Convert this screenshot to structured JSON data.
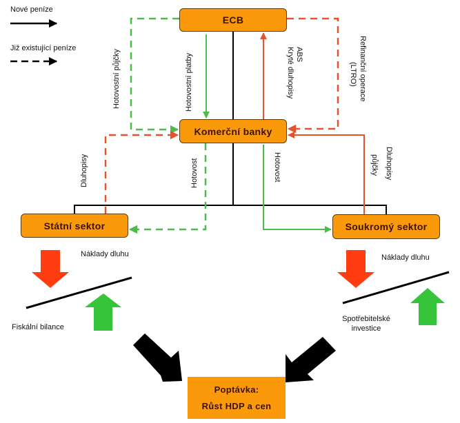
{
  "legend": {
    "new_money": "Nové peníze",
    "existing_money": "Již existující peníze"
  },
  "nodes": {
    "ecb": "ECB",
    "banks": "Komerční banky",
    "state": "Státní sektor",
    "private": "Soukromý sektor",
    "demand_line1": "Poptávka:",
    "demand_line2": "Růst HDP a cen"
  },
  "flows": {
    "cash_loans": "Hotovostní půjčky",
    "cash_payments": "Hotovostní platby",
    "abs": "ABS",
    "covered_bonds": "Kryté dluhopisy",
    "refinancing_line1": "Refinanční operace",
    "refinancing_line2": "(LTRO)",
    "state_bonds": "Dluhopisy",
    "state_cash": "Hotovost",
    "private_cash": "Hotovost",
    "private_bonds": "Dluhopisy",
    "private_loans": "půjčky"
  },
  "effects": {
    "left_cost": "Náklady dluhu",
    "left_result": "Fiskální bilance",
    "right_cost": "Náklady dluhu",
    "right_result_line1": "Spotřebitelské",
    "right_result_line2": "investice"
  },
  "colors": {
    "box": "#fa9a0a",
    "green": "#4cbb47",
    "red": "#e5532e",
    "arrow_red": "#ff3d10",
    "arrow_green": "#36c43a",
    "black": "#000000"
  }
}
